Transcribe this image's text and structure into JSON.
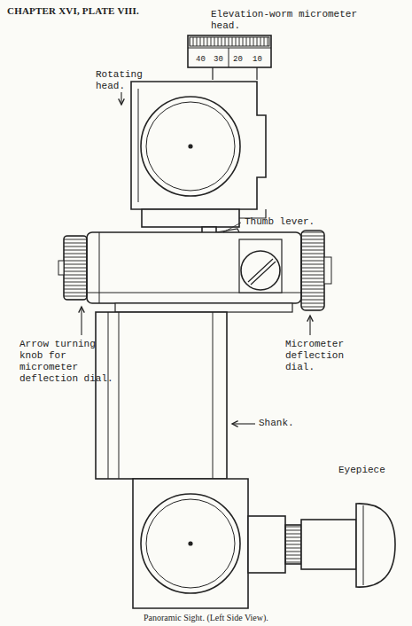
{
  "diagram": {
    "title": "CHAPTER XVI, PLATE VIII.",
    "caption": "Panoramic Sight. (Left Side View).",
    "labels": [
      "Elevation-worm micrometer head.",
      "40",
      "30",
      "20",
      "10",
      "Rotating head.",
      "Thumb lever.",
      "Arrow turning knob for micrometer deflection dial.",
      "Micrometer deflection dial.",
      "Shank.",
      "Eyepiece"
    ]
  }
}
